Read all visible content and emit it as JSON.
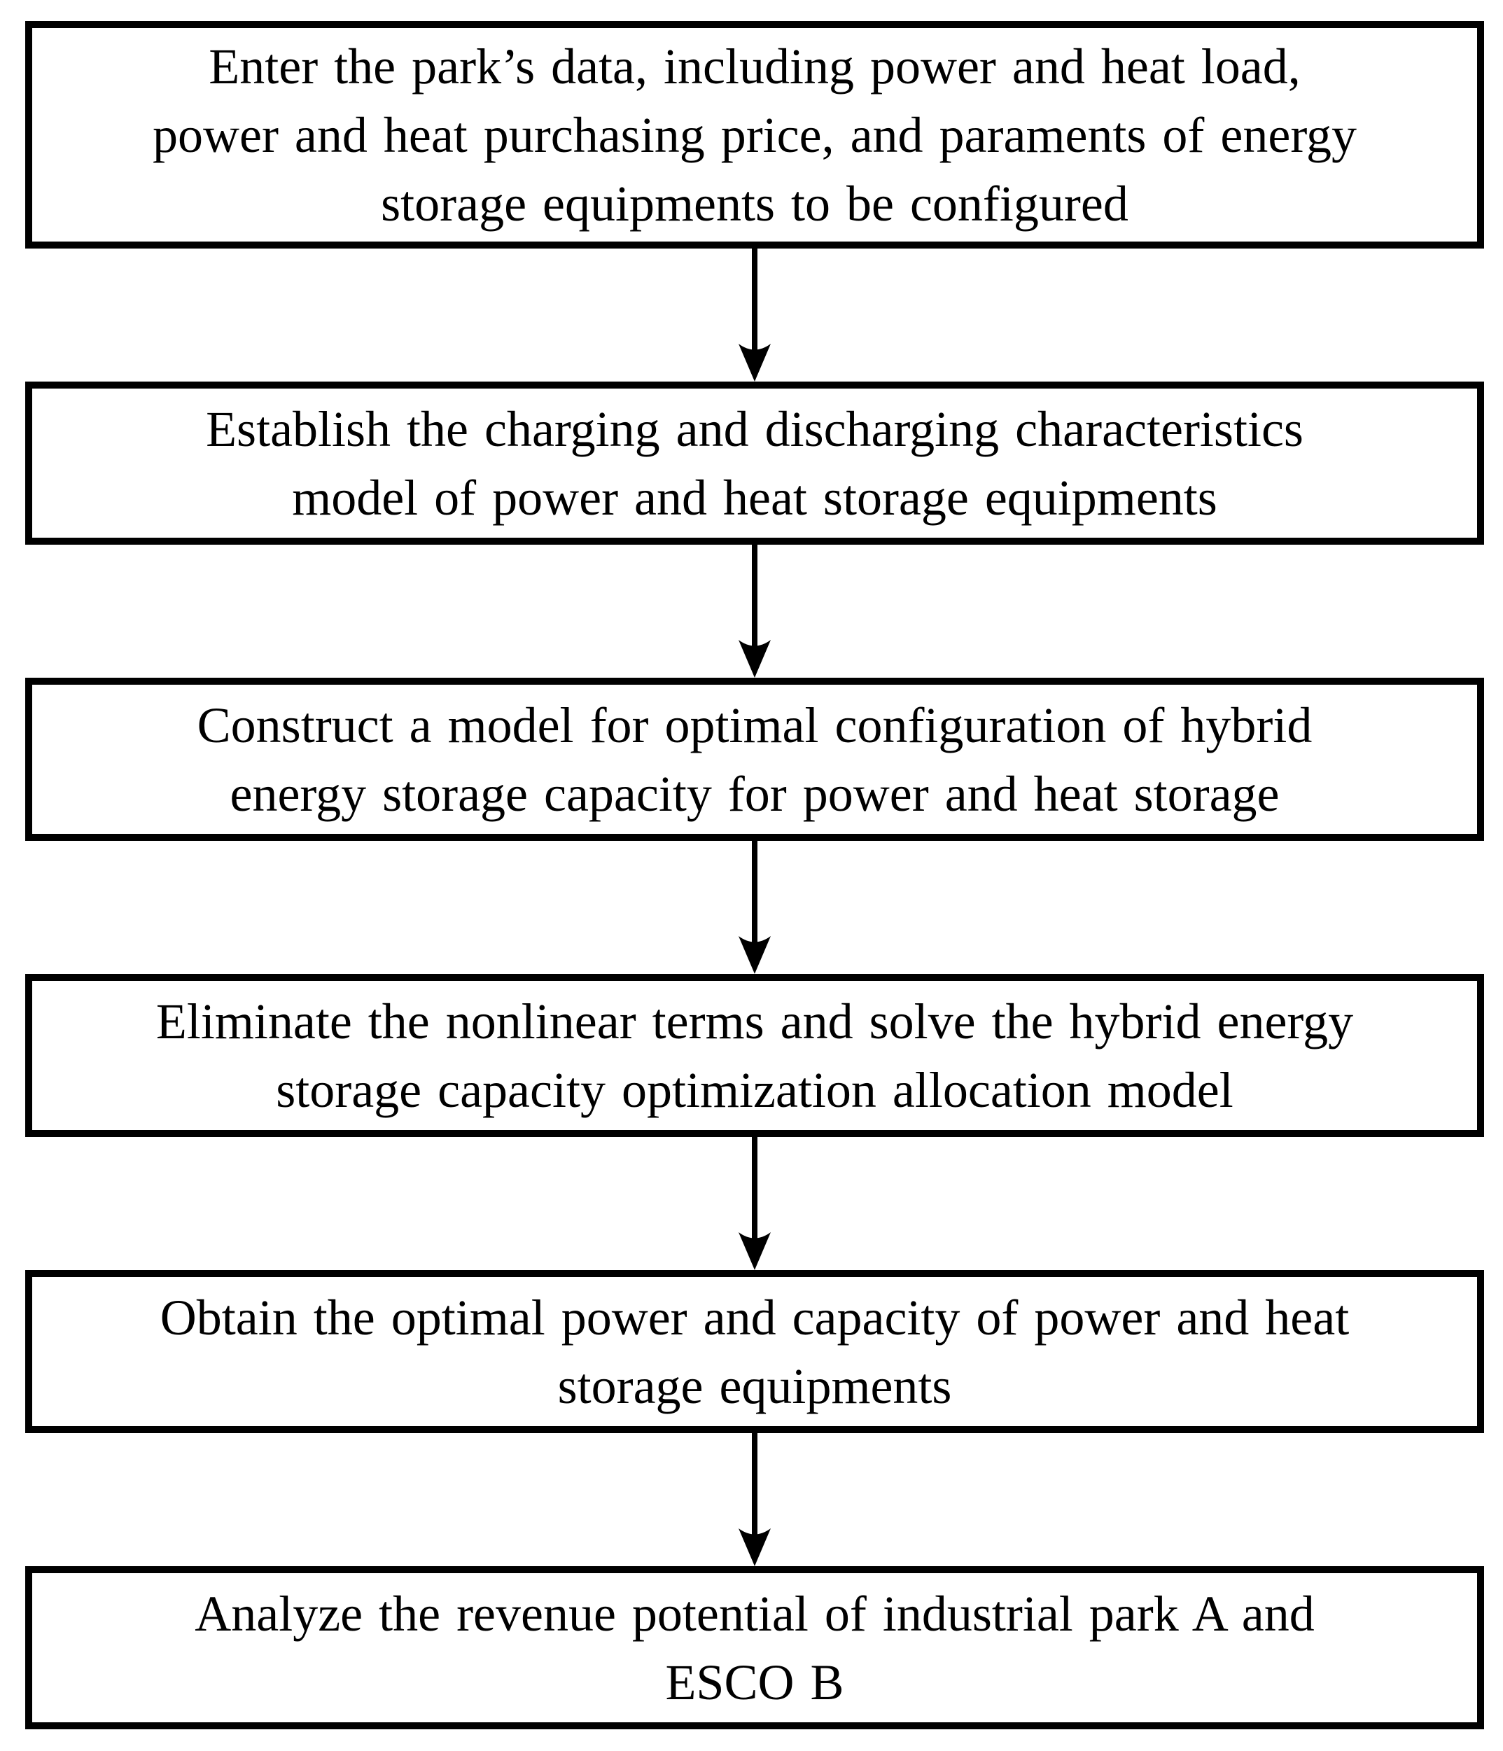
{
  "flowchart": {
    "background_color": "#ffffff",
    "box_border_color": "#000000",
    "text_color": "#000000",
    "arrow_color": "#000000",
    "steps": [
      {
        "lines": [
          "Enter the park’s data, including power and heat load,",
          "power and heat purchasing price, and paraments of energy",
          "storage equipments to be configured"
        ]
      },
      {
        "lines": [
          "Establish the charging and discharging characteristics",
          "model of power and heat storage equipments"
        ]
      },
      {
        "lines": [
          "Construct a model for optimal configuration of hybrid",
          "energy storage capacity for power and heat storage"
        ]
      },
      {
        "lines": [
          "Eliminate the nonlinear terms and solve the hybrid energy",
          "storage capacity optimization allocation model"
        ]
      },
      {
        "lines": [
          "Obtain the optimal power and capacity of power and heat",
          "storage equipments"
        ]
      },
      {
        "lines": [
          "Analyze the revenue potential of industrial park A and",
          "ESCO B"
        ]
      }
    ]
  }
}
